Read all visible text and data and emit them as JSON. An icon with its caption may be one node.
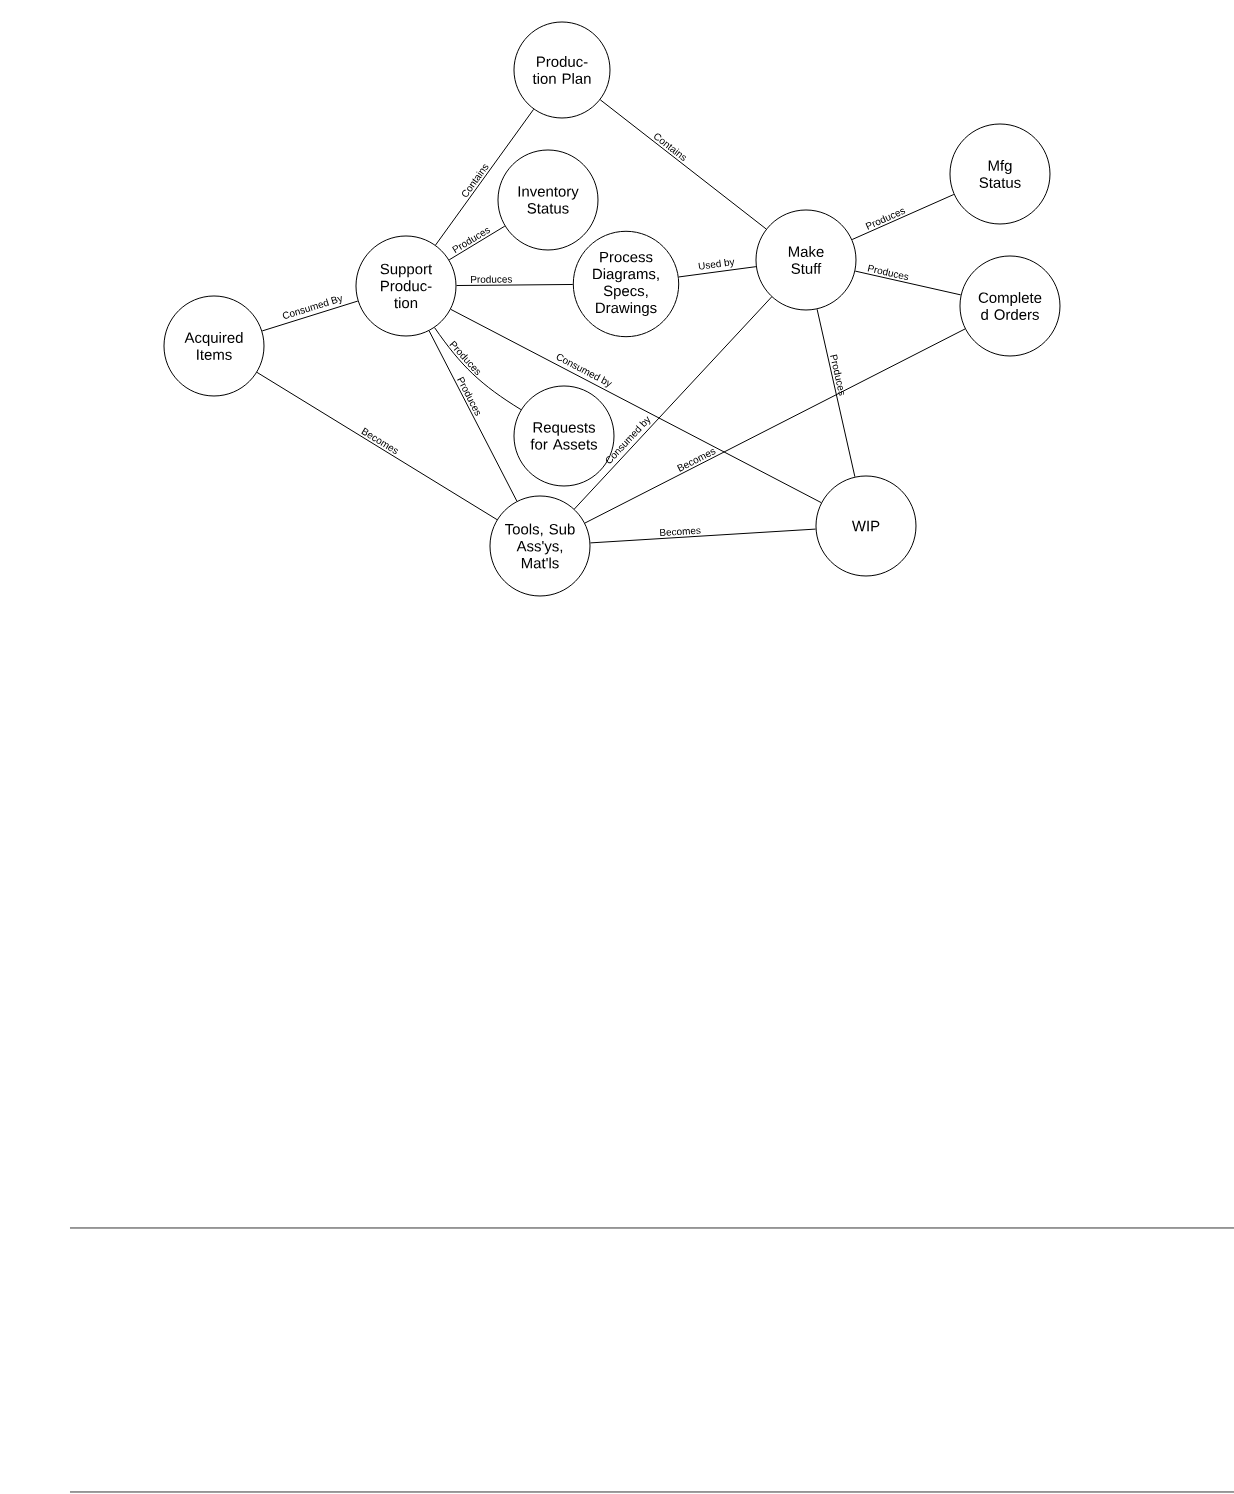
{
  "diagram": {
    "nodes": [
      {
        "text": [
          "Produc- tion Plan"
        ]
      },
      {
        "text": [
          "Inventory Status"
        ]
      },
      {
        "text": [
          "Support Produc- tion"
        ]
      },
      {
        "text": [
          "Acquired Items"
        ]
      },
      {
        "text": [
          "Process Diagrams, Specs, Drawings"
        ]
      },
      {
        "text": [
          "Make Stuff"
        ]
      },
      {
        "text": [
          "Mfg Status"
        ]
      },
      {
        "text": [
          "Complete d Orders"
        ]
      },
      {
        "text": [
          "Requests for Assets"
        ]
      },
      {
        "text": [
          "Tools, Sub Ass'ys, Mat'ls"
        ]
      },
      {
        "text": [
          "WIP"
        ]
      }
    ],
    "edges": [
      {
        "from": 2,
        "to": 0,
        "arrow": "none",
        "label": "Contains"
      },
      {
        "from": 0,
        "to": 5,
        "arrow": "none",
        "label": "Contains"
      },
      {
        "from": 2,
        "to": 1,
        "arrow": "none",
        "label": "Produces"
      },
      {
        "from": 2,
        "to": 4,
        "arrow": "none",
        "label": "Produces"
      },
      {
        "from": 3,
        "to": 2,
        "arrow": "none",
        "label": "Consumed By"
      },
      {
        "from": 3,
        "to": 9,
        "arrow": "none",
        "label": "Becomes"
      },
      {
        "from": 4,
        "to": 5,
        "arrow": "none",
        "label": "Used by"
      },
      {
        "from": 5,
        "to": 6,
        "arrow": "none",
        "label": "Produces"
      },
      {
        "from": 5,
        "to": 7,
        "arrow": "none",
        "label": "Produces"
      },
      {
        "from": 5,
        "to": 10,
        "arrow": "none",
        "label": "Produces"
      },
      {
        "from": 2,
        "to": 8,
        "arrow": "none",
        "label": "Produces"
      },
      {
        "from": 2,
        "to": 9,
        "arrow": "none",
        "label": "Produces"
      },
      {
        "from": 2,
        "to": 10,
        "arrow": "none",
        "label": "Consumed by"
      },
      {
        "from": 9,
        "to": 5,
        "arrow": "none",
        "label": "Consumed by"
      },
      {
        "from": 9,
        "to": 7,
        "arrow": "none",
        "label": "Becomes"
      },
      {
        "from": 9,
        "to": 10,
        "arrow": "none",
        "label": "Becomes"
      }
    ]
  }
}
